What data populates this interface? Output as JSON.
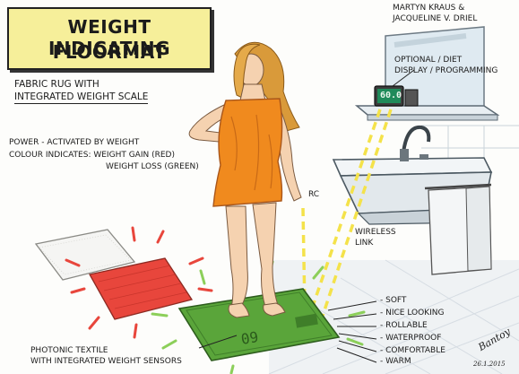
{
  "title": {
    "line1": "Weight Indicating",
    "line2": "Floormat"
  },
  "authors": {
    "line1": "Martyn Kraus &",
    "line2": "Jacqueline V. Driel"
  },
  "notes": {
    "rug_line1": "Fabric rug with",
    "rug_line2": "integrated weight scale",
    "power": "Power - activated by weight",
    "colour_line1": "Colour indicates: weight gain (red)",
    "colour_line2": "weight loss (green)",
    "optional_line1": "Optional / diet",
    "optional_line2": "display / programming",
    "rc": "RC",
    "wireless_line1": "Wireless",
    "wireless_line2": "link",
    "photonic_line1": "Photonic textile",
    "photonic_line2": "with integrated weight sensors"
  },
  "features": [
    "- Soft",
    "- Nice looking",
    "- Rollable",
    "- Waterproof",
    "- Comfortable",
    "- Warm"
  ],
  "display_reading": "60.0",
  "signature": {
    "name": "Bantoy",
    "date": "26.1.2015"
  },
  "colors": {
    "title_bg": "#f6ef9a",
    "gain": "#e8463c",
    "loss": "#6ab43c",
    "towel": "#f08a1e",
    "display_signal": "#f4e24a"
  }
}
